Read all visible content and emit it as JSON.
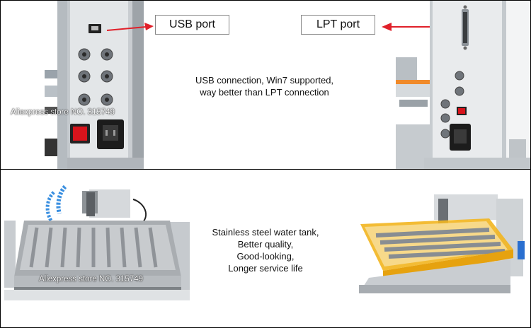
{
  "top": {
    "usb_label": "USB port",
    "lpt_label": "LPT port",
    "caption": [
      "USB connection, Win7 supported,",
      "way better than LPT connection"
    ],
    "watermark": "Aliexpress store NO. 315749"
  },
  "bottom": {
    "caption": [
      "Stainless steel water tank,",
      "Better quality,",
      "Good-looking,",
      "Longer service life"
    ],
    "watermark": "Aliexpress store NO. 315749"
  },
  "colors": {
    "arrow": "#e0202a",
    "rocker_switch": "#d8141c",
    "tank_orange": "#f2b51f",
    "coolant_hose": "#3a8fe0"
  }
}
